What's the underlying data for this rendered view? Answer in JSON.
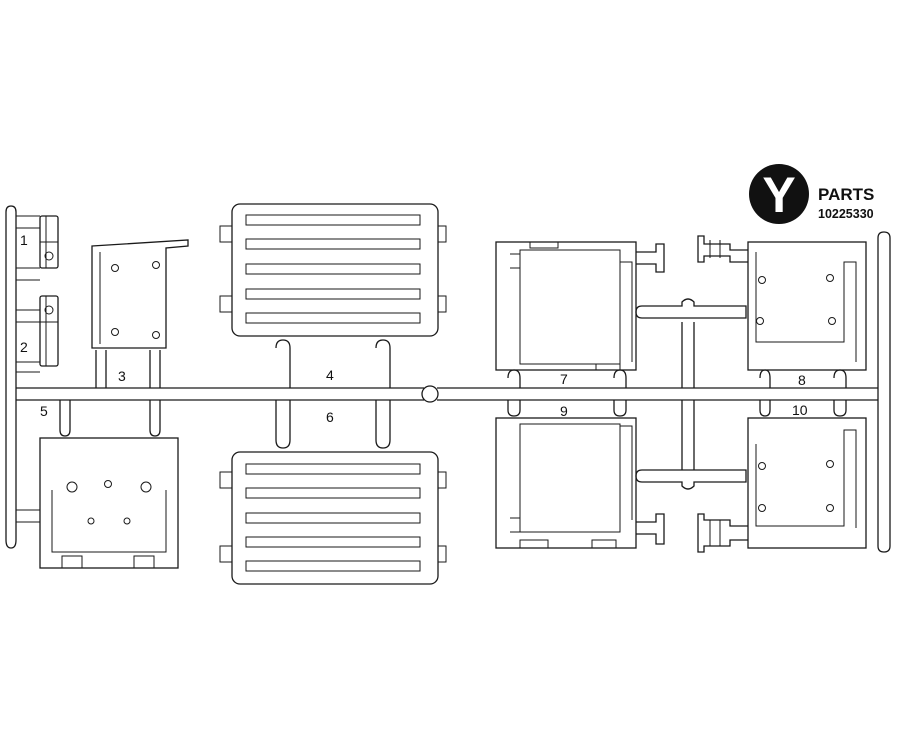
{
  "header": {
    "letter": "Y",
    "title": "PARTS",
    "code": "10225330"
  },
  "parts": [
    {
      "id": "1",
      "label": "1"
    },
    {
      "id": "2",
      "label": "2"
    },
    {
      "id": "3",
      "label": "3"
    },
    {
      "id": "4",
      "label": "4"
    },
    {
      "id": "5",
      "label": "5"
    },
    {
      "id": "6",
      "label": "6"
    },
    {
      "id": "7",
      "label": "7"
    },
    {
      "id": "8",
      "label": "8"
    },
    {
      "id": "9",
      "label": "9"
    },
    {
      "id": "10",
      "label": "10"
    }
  ]
}
